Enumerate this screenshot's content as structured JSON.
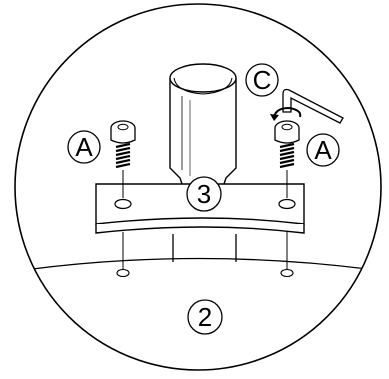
{
  "diagram": {
    "labels": {
      "screw_left": "A",
      "screw_right": "A",
      "tool": "C",
      "bracket": "3",
      "base": "2"
    },
    "parts": {
      "screw_left_icon": "cap-screw-icon",
      "screw_right_icon": "cap-screw-icon",
      "tool_icon": "allen-key-icon",
      "rotation_icon": "clockwise-arrow-icon"
    },
    "colors": {
      "line": "#000000",
      "background": "#ffffff"
    }
  }
}
